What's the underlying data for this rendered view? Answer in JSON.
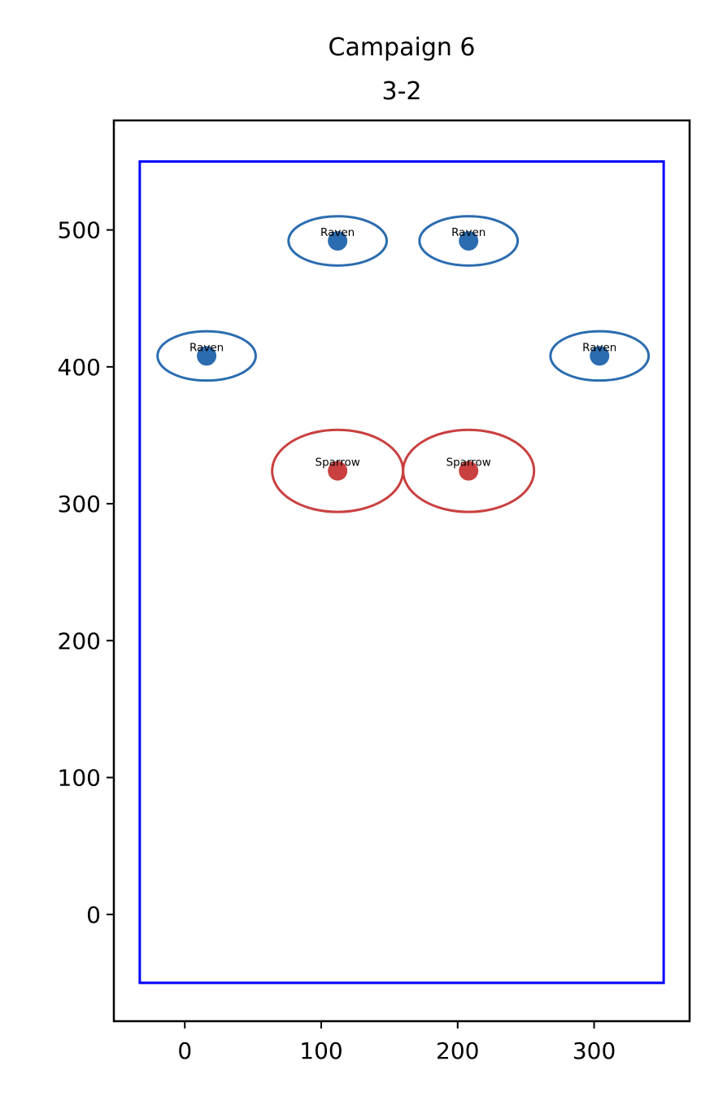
{
  "chart_data": {
    "type": "scatter",
    "title": "Campaign 6\n3-2",
    "title_lines": [
      "Campaign 6",
      "3-2"
    ],
    "xlabel": "",
    "ylabel": "",
    "xlim": [
      -52,
      370
    ],
    "ylim": [
      -78,
      580
    ],
    "x_ticks": [
      0,
      100,
      200,
      300
    ],
    "y_ticks": [
      0,
      100,
      200,
      300,
      400,
      500
    ],
    "grid": false,
    "boundary": {
      "x": [
        -33,
        351
      ],
      "y": [
        -50,
        550
      ],
      "color": "#0000ff"
    },
    "points": [
      {
        "label": "Raven",
        "x": 112,
        "y": 492,
        "rx": 36,
        "ry": 18,
        "color": "#2b6cb0"
      },
      {
        "label": "Raven",
        "x": 208,
        "y": 492,
        "rx": 36,
        "ry": 18,
        "color": "#2b6cb0"
      },
      {
        "label": "Raven",
        "x": 16,
        "y": 408,
        "rx": 36,
        "ry": 18,
        "color": "#2b6cb0"
      },
      {
        "label": "Raven",
        "x": 304,
        "y": 408,
        "rx": 36,
        "ry": 18,
        "color": "#2b6cb0"
      },
      {
        "label": "Sparrow",
        "x": 112,
        "y": 324,
        "rx": 48,
        "ry": 30,
        "color": "#c94040"
      },
      {
        "label": "Sparrow",
        "x": 208,
        "y": 324,
        "rx": 48,
        "ry": 30,
        "color": "#c94040"
      }
    ]
  }
}
